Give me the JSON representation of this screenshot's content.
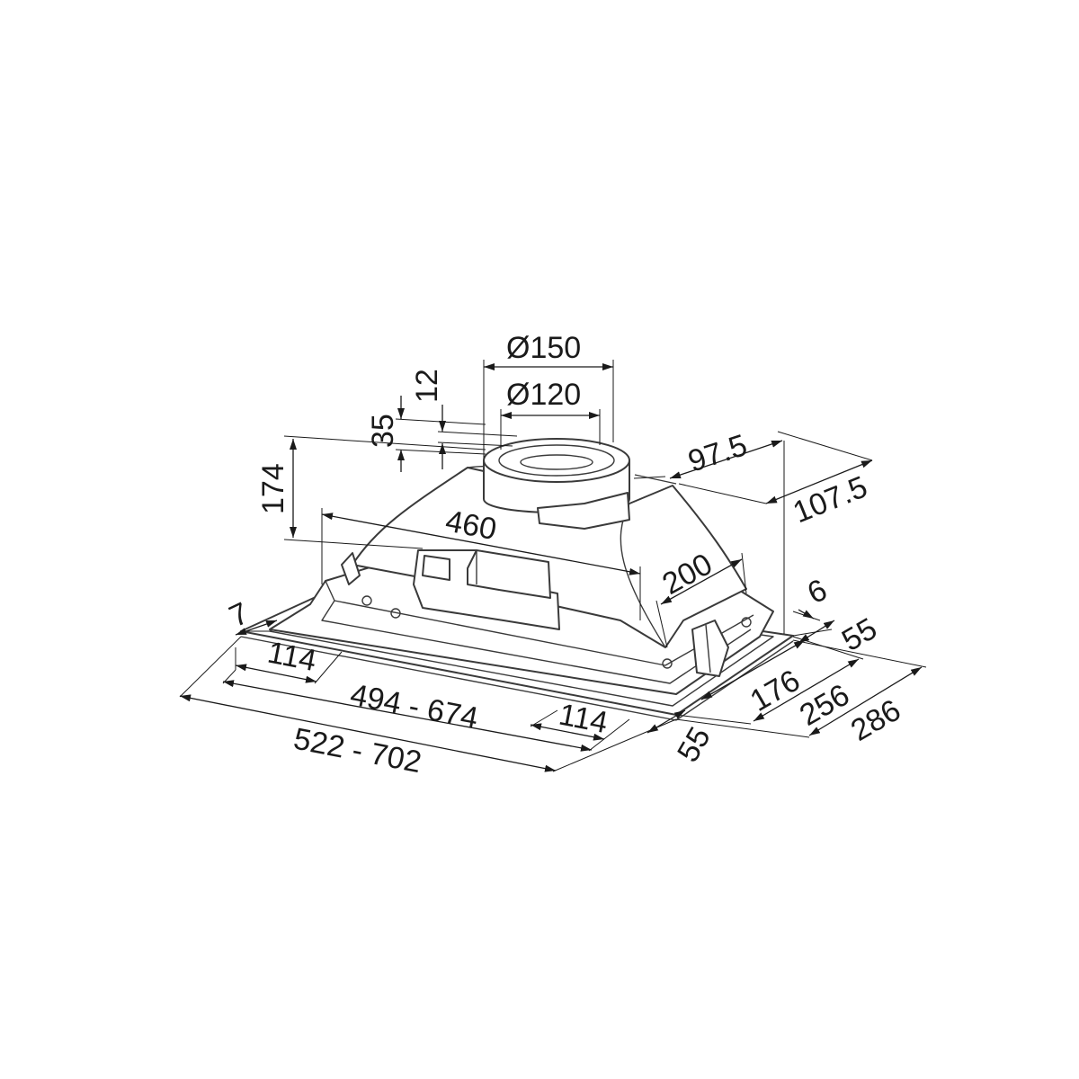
{
  "dimensions": {
    "outlet_outer_diameter": "Ø150",
    "outlet_inner_diameter": "Ø120",
    "outlet_collar_height": "12",
    "outlet_top_offset": "35",
    "total_height": "174",
    "top_length": "460",
    "top_depth": "200",
    "outlet_to_back": "97.5",
    "outlet_center_to_back": "107.5",
    "flange_thickness": "6",
    "side_margin_left": "7",
    "back_margin": "55",
    "front_margin": "55",
    "inner_depth": "176",
    "cutout_depth": "256",
    "overall_depth": "286",
    "left_offset": "114",
    "right_offset": "114",
    "cutout_width": "494 - 674",
    "overall_width": "522 - 702"
  }
}
